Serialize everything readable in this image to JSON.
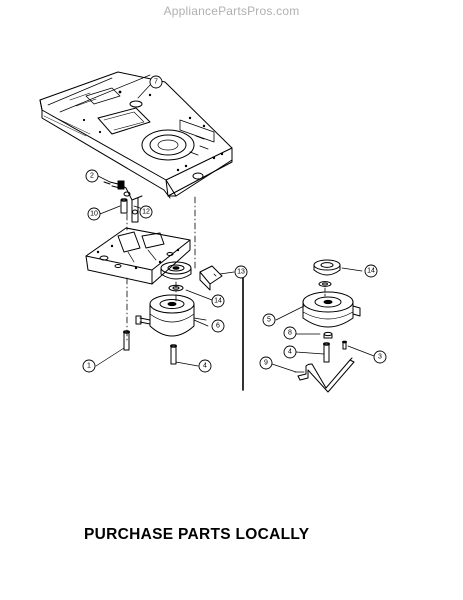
{
  "watermark": "AppliancePartsPros.com",
  "footer_note": "PURCHASE PARTS LOCALLY",
  "callouts": {
    "c1": "1",
    "c2": "2",
    "c3": "3",
    "c4a": "4",
    "c4b": "4",
    "c5": "5",
    "c6": "6",
    "c7": "7",
    "c8": "8",
    "c9": "9",
    "c10": "10",
    "c12": "12",
    "c13": "13",
    "c14a": "14",
    "c14b": "14"
  }
}
